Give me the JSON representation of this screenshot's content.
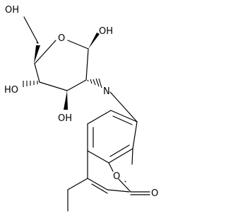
{
  "molecule": {
    "atoms": {
      "oh_top": "OH",
      "o_ring": "O",
      "oh_anomeric": "OH",
      "ho_left": "HO",
      "oh_c3": "OH",
      "n_amine": "N",
      "o_ring_coumarin": "O",
      "o_carbonyl": "O"
    }
  }
}
